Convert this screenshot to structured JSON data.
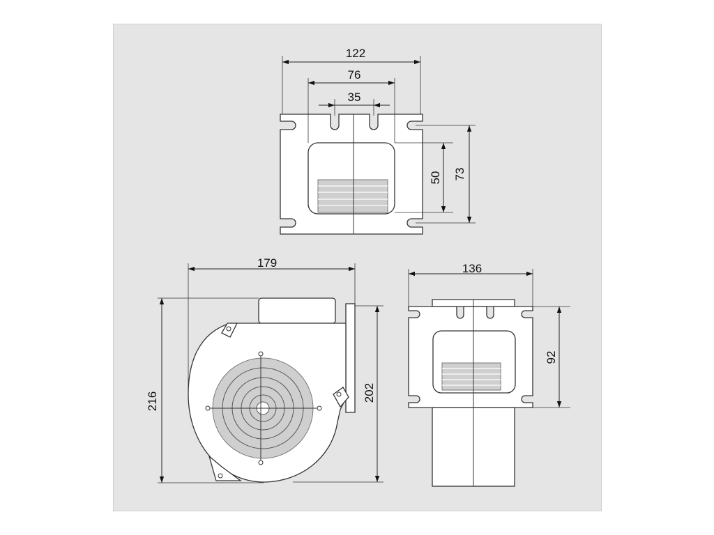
{
  "drawing": {
    "top_view": {
      "dim_width_outer": "122",
      "dim_width_mid": "76",
      "dim_width_slots": "35",
      "dim_height_opening": "50",
      "dim_height_mount": "73"
    },
    "side_view": {
      "dim_length": "179",
      "dim_height_total": "216",
      "dim_height_flange": "202"
    },
    "front_view": {
      "dim_width": "136",
      "dim_height": "92"
    },
    "colors": {
      "panel_background": "#e5e5e5",
      "part_fill": "#ffffff",
      "grille_fill": "#cfcfcf",
      "line": "#222222"
    }
  }
}
